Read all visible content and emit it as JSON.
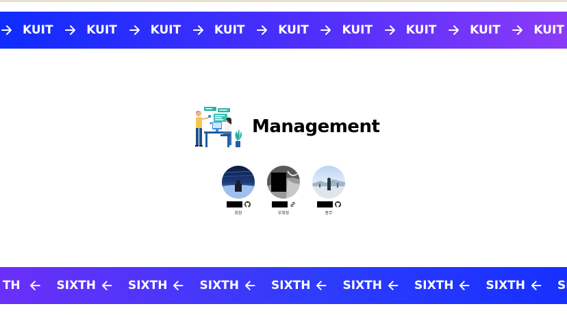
{
  "banners": {
    "top": {
      "word": "KUIT",
      "direction": "right",
      "colors": [
        "#0f2cff",
        "#8a3bf7"
      ]
    },
    "bottom": {
      "word": "SIXTH",
      "direction": "left",
      "colors": [
        "#6b2ff8",
        "#1630ff"
      ],
      "leading_fragment": "TH"
    }
  },
  "section": {
    "title": "Management",
    "icon": "team-meeting-illustration"
  },
  "members": [
    {
      "role": "회장",
      "link_icon": "github-icon"
    },
    {
      "role": "부회장",
      "link_icon": "link-icon"
    },
    {
      "role": "총무",
      "link_icon": "github-icon"
    }
  ]
}
